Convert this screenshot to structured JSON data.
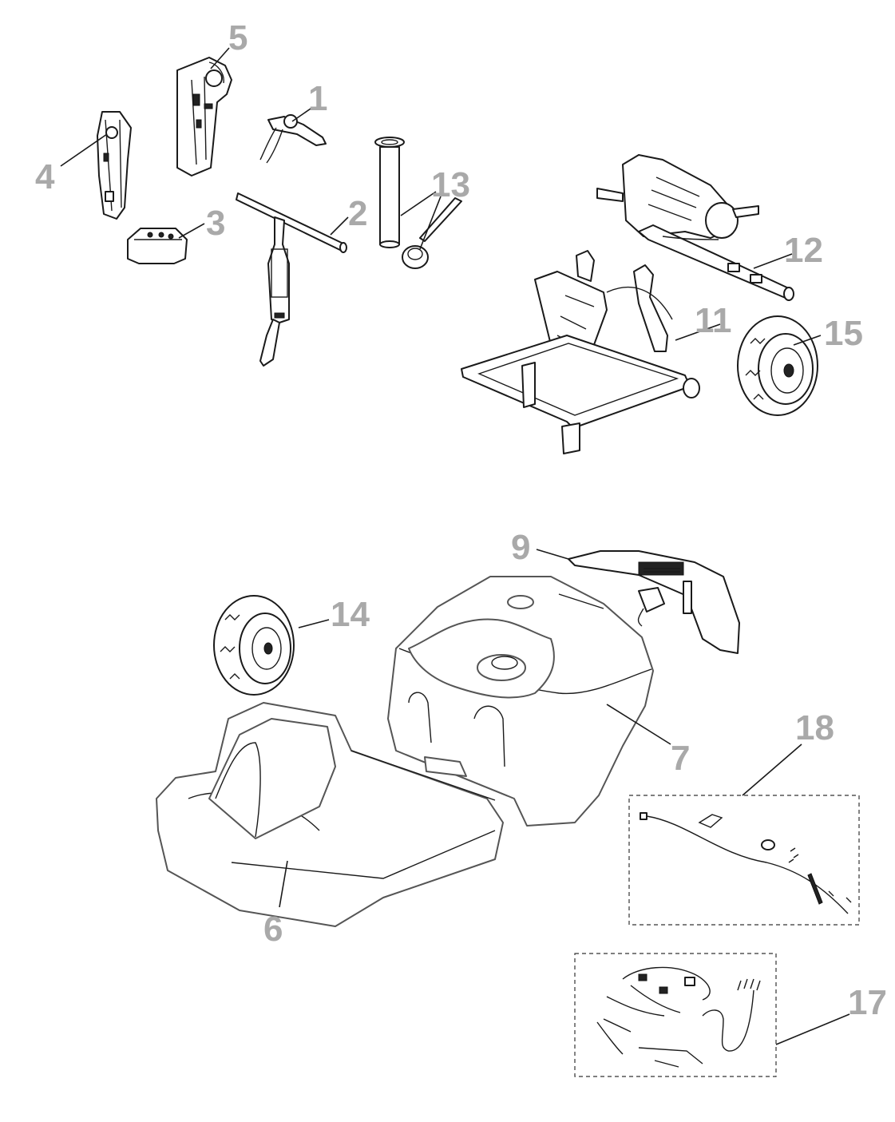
{
  "callouts": {
    "c1": "1",
    "c2": "2",
    "c3": "3",
    "c4": "4",
    "c5": "5",
    "c6": "6",
    "c7": "7",
    "c9": "9",
    "c11": "11",
    "c12": "12",
    "c13": "13",
    "c14": "14",
    "c15": "15",
    "c17": "17",
    "c18": "18"
  },
  "colors": {
    "callout_text": "#a9a9a9",
    "line_art": "#1a1a1a",
    "background": "#ffffff"
  }
}
